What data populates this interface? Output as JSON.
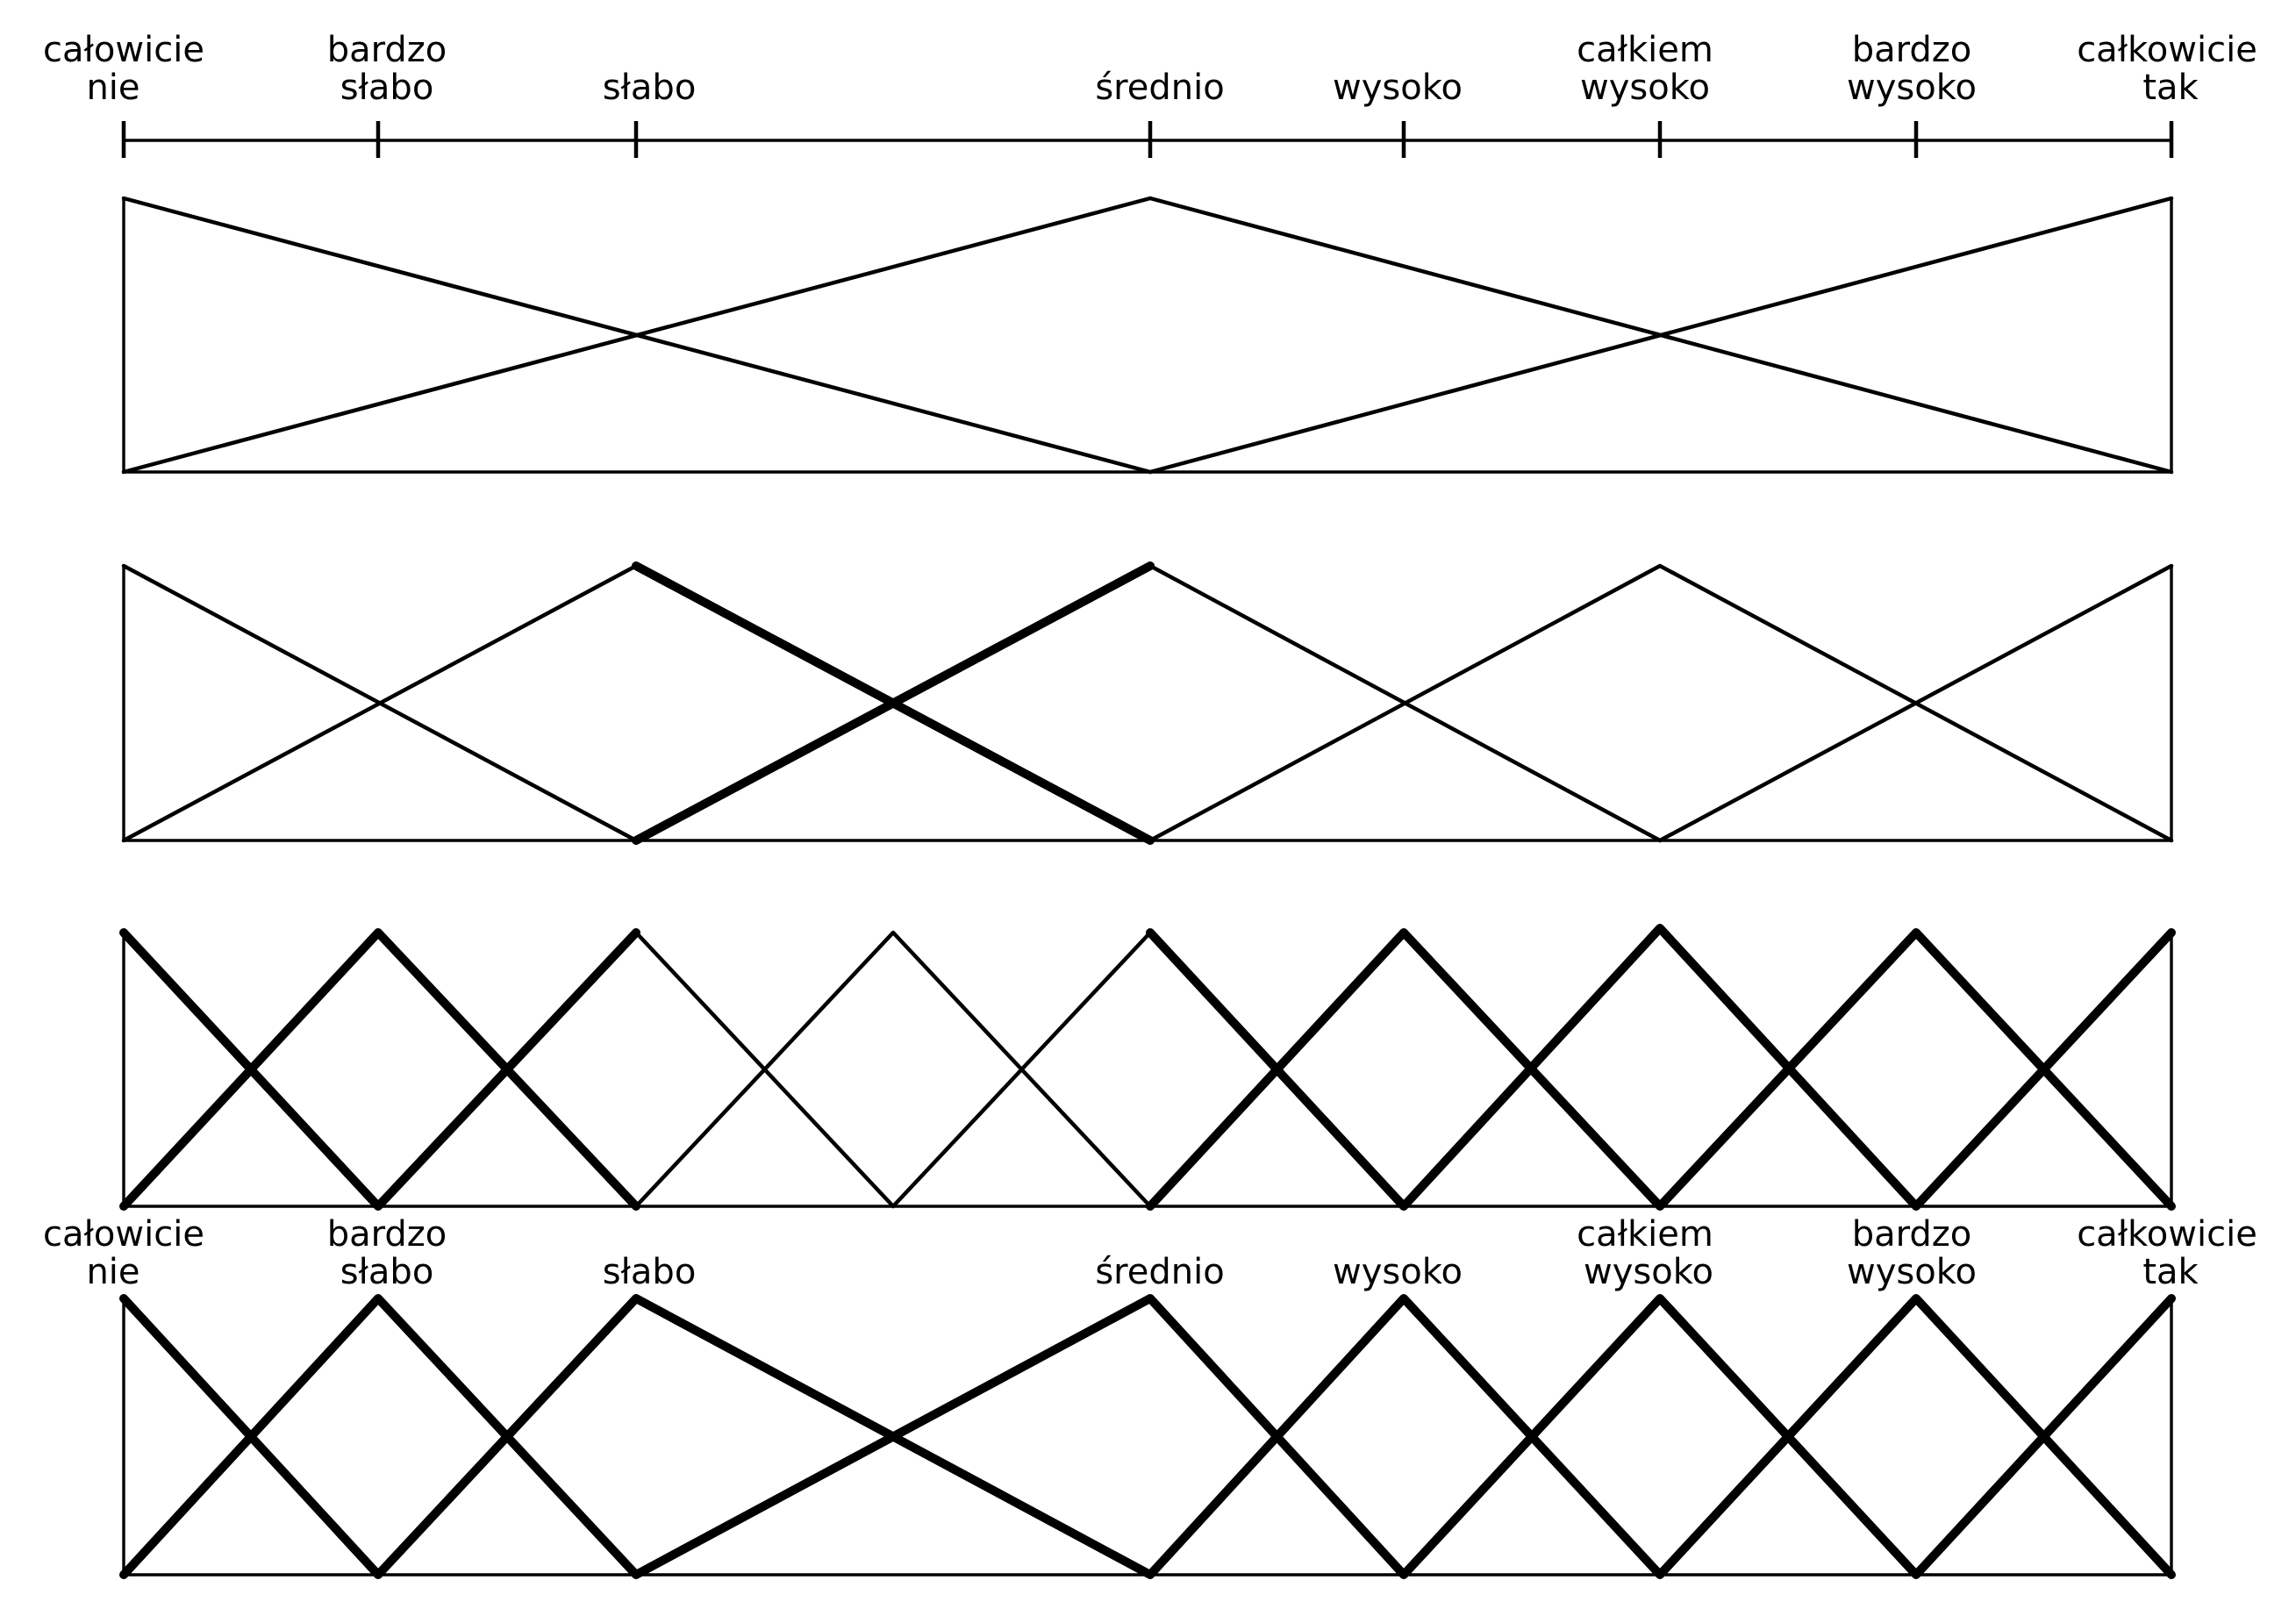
{
  "scale": {
    "labels": [
      [
        "całowicie",
        "nie"
      ],
      [
        "bardzo",
        "słabo"
      ],
      [
        "",
        "słabo"
      ],
      [
        "",
        "średnio"
      ],
      [
        "",
        "wysoko"
      ],
      [
        "całkiem",
        "wysoko"
      ],
      [
        "bardzo",
        "wysoko"
      ],
      [
        "całkowicie",
        "tak"
      ]
    ]
  },
  "panels": [
    {
      "id": "three-terms",
      "functions": [
        {
          "peak": 0,
          "support": [
            0,
            0,
            3
          ],
          "weight": "thin"
        },
        {
          "peak": 3,
          "support": [
            0,
            3,
            7
          ],
          "weight": "thin"
        },
        {
          "peak": 7,
          "support": [
            3,
            7,
            7
          ],
          "weight": "thin"
        }
      ]
    },
    {
      "id": "five-terms",
      "functions": [
        {
          "peak": 0,
          "support": [
            0,
            0,
            2
          ],
          "weight": "thin"
        },
        {
          "peak": 2,
          "support": [
            0,
            2,
            3
          ],
          "weight": "thin"
        },
        {
          "peak": 2,
          "support": [
            2,
            2,
            3
          ],
          "weight": "bold"
        },
        {
          "peak": 3,
          "support": [
            2,
            3,
            3
          ],
          "weight": "bold"
        },
        {
          "peak": 3,
          "support": [
            3,
            3,
            5
          ],
          "weight": "thin"
        },
        {
          "peak": 5,
          "support": [
            3,
            5,
            7
          ],
          "weight": "thin"
        },
        {
          "peak": 7,
          "support": [
            5,
            7,
            7
          ],
          "weight": "thin"
        }
      ]
    },
    {
      "id": "nine-terms",
      "functions": [
        {
          "peak": 0,
          "support": [
            0,
            0,
            1
          ],
          "weight": "bold"
        },
        {
          "peak": 1,
          "support": [
            0,
            1,
            2
          ],
          "weight": "bold"
        },
        {
          "peak": 2,
          "support": [
            1,
            2,
            2.5
          ],
          "weight": "mixed"
        },
        {
          "peak": 2.5,
          "support": [
            2,
            2.5,
            3
          ],
          "weight": "thin"
        },
        {
          "peak": 3,
          "support": [
            2.5,
            3,
            4
          ],
          "weight": "mixed"
        },
        {
          "peak": 4,
          "support": [
            3,
            4,
            5
          ],
          "weight": "bold"
        },
        {
          "peak": 5,
          "support": [
            4,
            5,
            6
          ],
          "weight": "bold"
        },
        {
          "peak": 6,
          "support": [
            5,
            6,
            7
          ],
          "weight": "bold"
        },
        {
          "peak": 7,
          "support": [
            6,
            7,
            7
          ],
          "weight": "bold"
        }
      ]
    },
    {
      "id": "eight-terms",
      "functions": [
        {
          "peak": 0,
          "support": [
            0,
            0,
            1
          ],
          "weight": "bold"
        },
        {
          "peak": 1,
          "support": [
            0,
            1,
            2
          ],
          "weight": "bold"
        },
        {
          "peak": 2,
          "support": [
            1,
            2,
            3
          ],
          "weight": "bold"
        },
        {
          "peak": 3,
          "support": [
            2,
            3,
            4
          ],
          "weight": "bold"
        },
        {
          "peak": 4,
          "support": [
            3,
            4,
            5
          ],
          "weight": "bold"
        },
        {
          "peak": 5,
          "support": [
            4,
            5,
            6
          ],
          "weight": "bold"
        },
        {
          "peak": 6,
          "support": [
            5,
            6,
            7
          ],
          "weight": "bold"
        },
        {
          "peak": 7,
          "support": [
            6,
            7,
            7
          ],
          "weight": "bold"
        }
      ]
    }
  ]
}
